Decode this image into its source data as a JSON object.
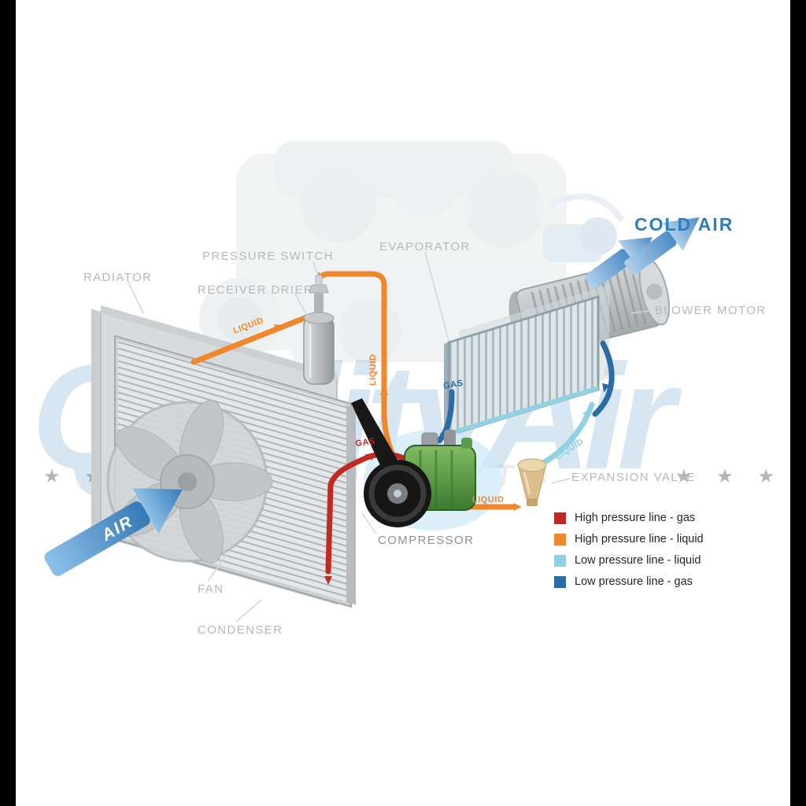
{
  "scene": {
    "watermark_brand": "QualityAir",
    "watermark_tagline": "AUTO PARTS",
    "stars_left": "★ ★",
    "stars_right": "★ ★ ★"
  },
  "labels": {
    "radiator": "RADIATOR",
    "pressure_switch": "PRESSURE SWITCH",
    "receiver_drier": "RECEIVER DRIER",
    "evaporator": "EVAPORATOR",
    "cold_air": "COLD AIR",
    "blower_motor": "BLOWER MOTOR",
    "expansion_valve": "EXPANSION VALVE",
    "compressor": "COMPRESSOR",
    "fan": "FAN",
    "condenser": "CONDENSER",
    "air": "AIR"
  },
  "pipe_labels": {
    "condenser_to_drier": "LIQUID",
    "drier_down": "LIQUID",
    "evaporator_out": "GAS",
    "compressor_out": "GAS",
    "valve_in": "LIQUID",
    "valve_to_evaporator": "LIQUID"
  },
  "legend": {
    "items": [
      {
        "label": "High pressure line - gas",
        "color": "#c02a22"
      },
      {
        "label": "High pressure line - liquid",
        "color": "#f0882b"
      },
      {
        "label": "Low pressure line - liquid",
        "color": "#8fd2e4"
      },
      {
        "label": "Low pressure line -  gas",
        "color": "#2a6ca5"
      }
    ]
  }
}
